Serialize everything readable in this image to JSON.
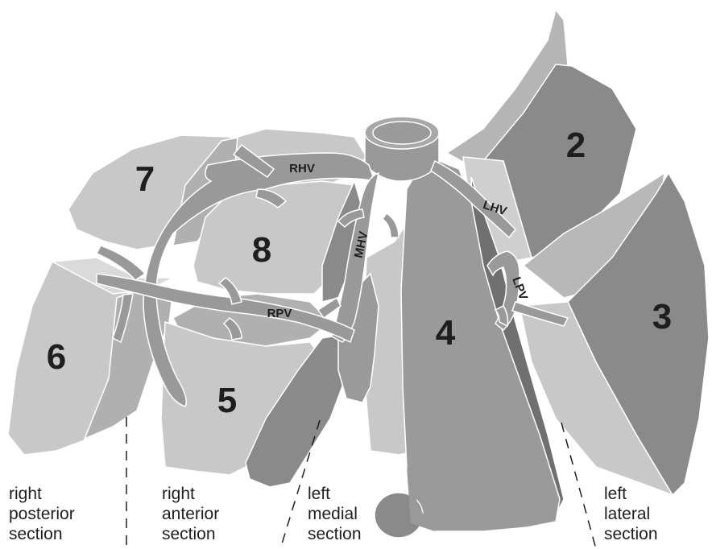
{
  "segments": {
    "s2": "2",
    "s3": "3",
    "s4": "4",
    "s5": "5",
    "s6": "6",
    "s7": "7",
    "s8": "8"
  },
  "vessels": {
    "rhv": "RHV",
    "mhv": "MHV",
    "lhv": "LHV",
    "rpv": "RPV",
    "lpv": "LPV"
  },
  "sections": {
    "right_posterior": {
      "line1": "right",
      "line2": "posterior",
      "line3": "section"
    },
    "right_anterior": {
      "line1": "right",
      "line2": "anterior",
      "line3": "section"
    },
    "left_medial": {
      "line1": "left",
      "line2": "medial",
      "line3": "section"
    },
    "left_lateral": {
      "line1": "left",
      "line2": "lateral",
      "line3": "section"
    }
  },
  "colors": {
    "light_tissue": "#c8c8c8",
    "mid_tissue": "#a8a8a8",
    "dark_tissue": "#8a8a8a",
    "vessel": "#999999",
    "outline": "#ffffff",
    "text": "#1e1e1e"
  }
}
